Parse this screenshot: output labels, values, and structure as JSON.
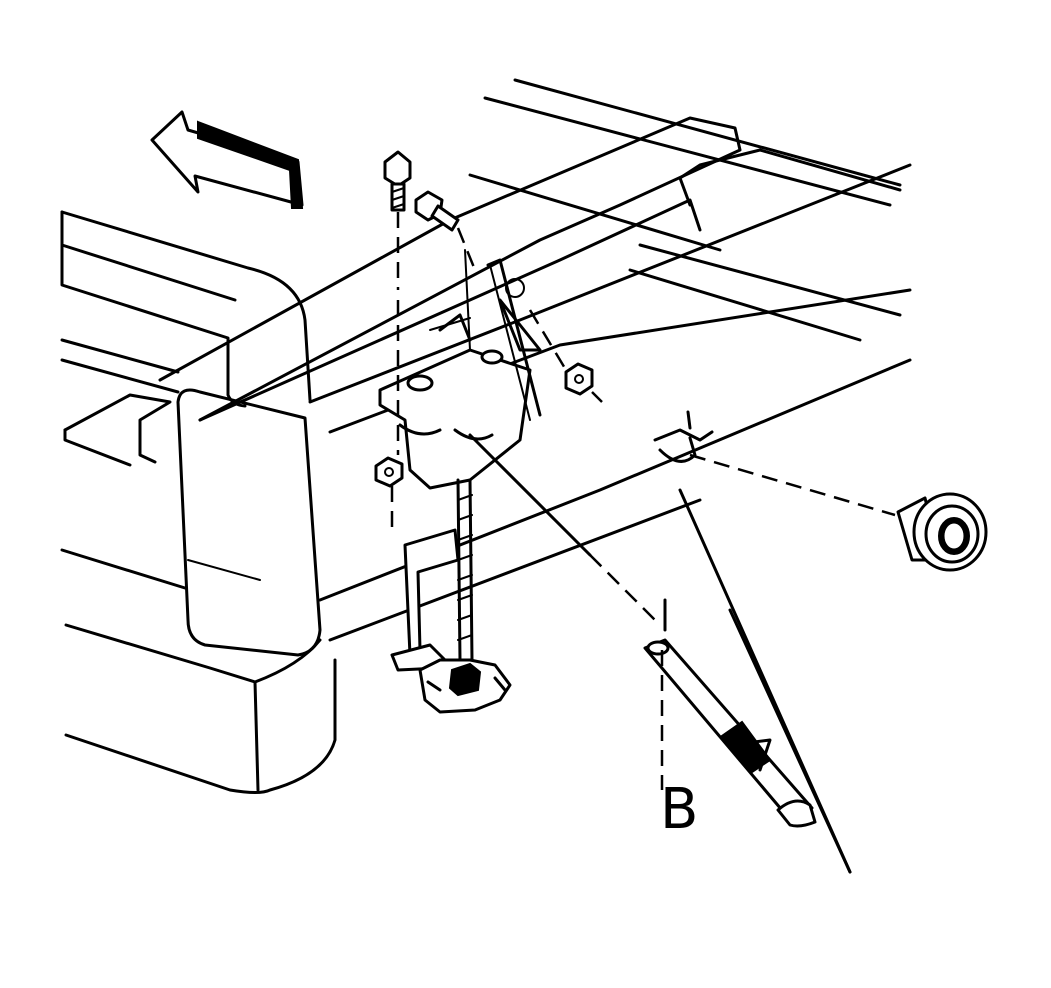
{
  "diagram": {
    "callout_label": "B",
    "colors": {
      "ink": "#000000",
      "paper": "#ffffff"
    },
    "parts": [
      "direction-arrow",
      "bolt",
      "bolt-angled",
      "nut-left",
      "nut-right",
      "bracket",
      "cable",
      "spare-tire-hoist",
      "grommet",
      "lock-cylinder",
      "lock-shaft",
      "retaining-clip"
    ]
  }
}
